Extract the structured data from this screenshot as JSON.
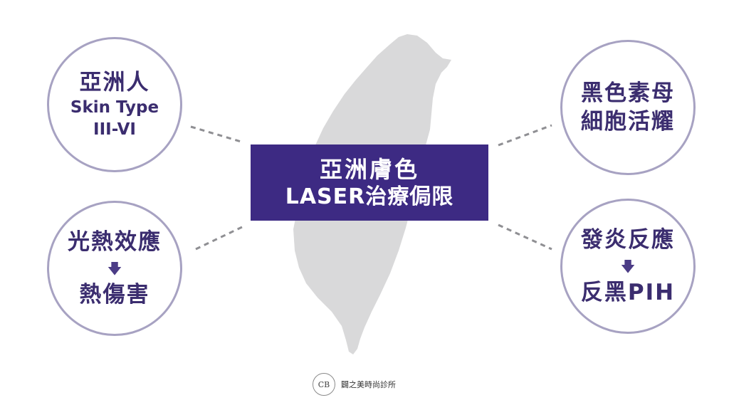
{
  "center": {
    "line1": "亞洲膚色",
    "line2": "LASER治療侷限"
  },
  "circles": {
    "top_left": {
      "line1": "亞洲人",
      "line2": "Skin Type",
      "line3": "III-VI"
    },
    "bottom_left": {
      "line1": "光熱效應",
      "arrow": "🡇",
      "line2": "熱傷害"
    },
    "top_right": {
      "line1": "黑色素母",
      "line2": "細胞活耀"
    },
    "bottom_right": {
      "line1": "發炎反應",
      "arrow": "🡇",
      "line2": "反黑PIH"
    }
  },
  "footer": {
    "logo_mark": "CB",
    "clinic_name": "闢之美時尚診所"
  },
  "colors": {
    "accent": "#3d2a83",
    "circle_border": "#a7a2c2",
    "map_fill": "#d9d9da",
    "connector": "#8f8f93"
  }
}
